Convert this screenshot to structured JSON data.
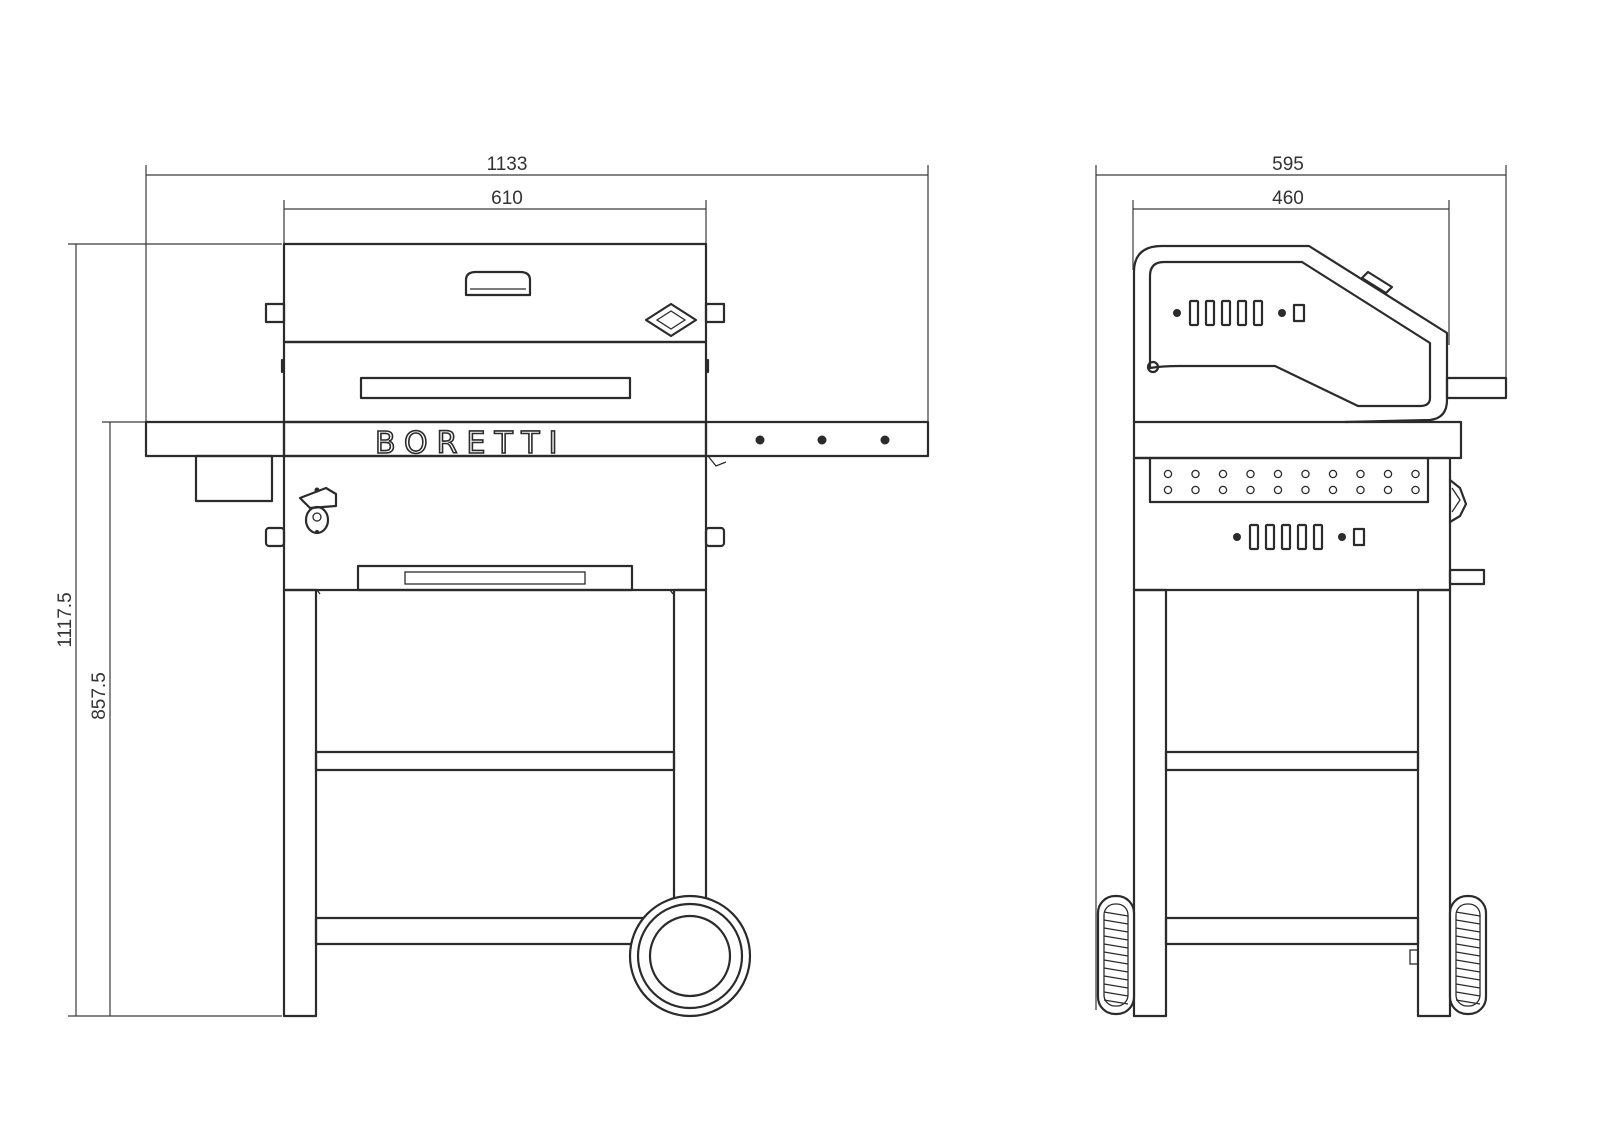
{
  "dimensions": {
    "front_total_width": "1133",
    "front_body_width": "610",
    "front_total_height": "1117.5",
    "front_work_height": "857.5",
    "side_total_depth": "595",
    "side_body_depth": "460"
  },
  "brand": {
    "logo_text": "BORETTI"
  },
  "colors": {
    "line": "#2b2b2b",
    "background": "#ffffff"
  }
}
